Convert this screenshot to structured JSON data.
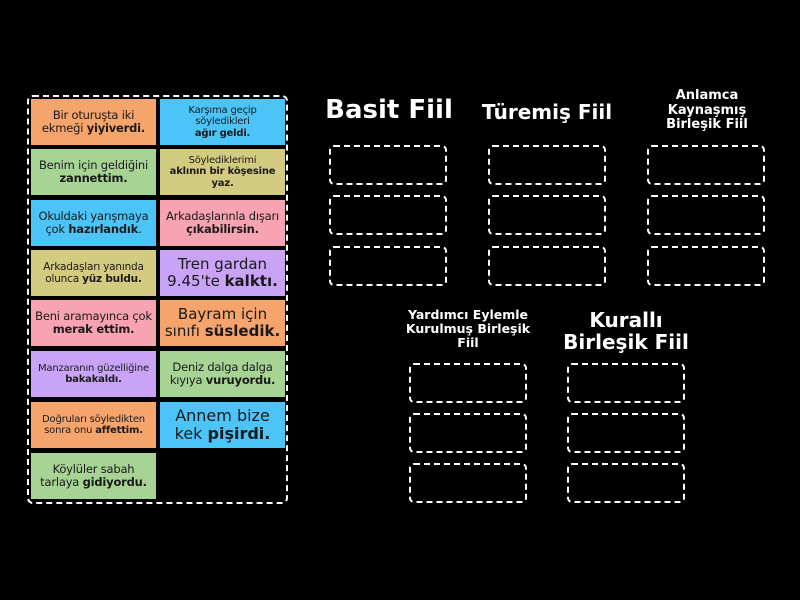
{
  "tray": {
    "cards": [
      {
        "pre": "Bir oturuşta iki ekmeği ",
        "bold": "yiyiverdi.",
        "post": "",
        "color": "#F5A46C"
      },
      {
        "pre": "Karşıma geçip söyledikleri ",
        "bold": "ağır geldi.",
        "post": "",
        "color": "#4DC4F7"
      },
      {
        "pre": "Benim için geldiğini ",
        "bold": "zannettim.",
        "post": "",
        "color": "#A7D495"
      },
      {
        "pre": "Söylediklerimi ",
        "bold": "aklının bir köşesine yaz.",
        "post": "",
        "color": "#D3CB80"
      },
      {
        "pre": "Okuldaki yarışmaya çok ",
        "bold": "hazırlandık",
        "post": ".",
        "color": "#4DC4F7"
      },
      {
        "pre": "Arkadaşlarınla dışarı ",
        "bold": "çıkabilirsin.",
        "post": "",
        "color": "#F7A3B1"
      },
      {
        "pre": "Arkadaşları yanında olunca ",
        "bold": "yüz buldu.",
        "post": "",
        "color": "#D3CB80"
      },
      {
        "pre": "Tren gardan 9.45'te ",
        "bold": "kalktı.",
        "post": "",
        "color": "#C9A3F6"
      },
      {
        "pre": "Beni aramayınca çok ",
        "bold": "merak ettim.",
        "post": "",
        "color": "#F7A3B1"
      },
      {
        "pre": "Bayram için sınıfı ",
        "bold": "süsledik.",
        "post": "",
        "color": "#F5A46C"
      },
      {
        "pre": "Manzaranın güzelliğine ",
        "bold": "bakakaldı.",
        "post": "",
        "color": "#C9A3F6"
      },
      {
        "pre": "Deniz dalga dalga kıyıya ",
        "bold": "vuruyordu.",
        "post": "",
        "color": "#A7D495"
      },
      {
        "pre": "Doğruları söyledikten sonra onu ",
        "bold": "affettim.",
        "post": "",
        "color": "#F5A46C"
      },
      {
        "pre": "Annem bize kek ",
        "bold": "pişirdi.",
        "post": "",
        "color": "#4DC4F7"
      },
      {
        "pre": "Köylüler sabah tarlaya ",
        "bold": "gidiyordu.",
        "post": "",
        "color": "#A7D495"
      }
    ]
  },
  "categories": [
    {
      "title": "Basit Fiil",
      "slots": 3
    },
    {
      "title": "Türemiş Fiil",
      "slots": 3
    },
    {
      "title": "Anlamca Kaynaşmış Birleşik Fiil",
      "slots": 3
    },
    {
      "title": "Yardımcı Eylemle Kurulmuş Birleşik Fiil",
      "slots": 3
    },
    {
      "title": "Kurallı Birleşik Fiil",
      "slots": 3
    }
  ]
}
